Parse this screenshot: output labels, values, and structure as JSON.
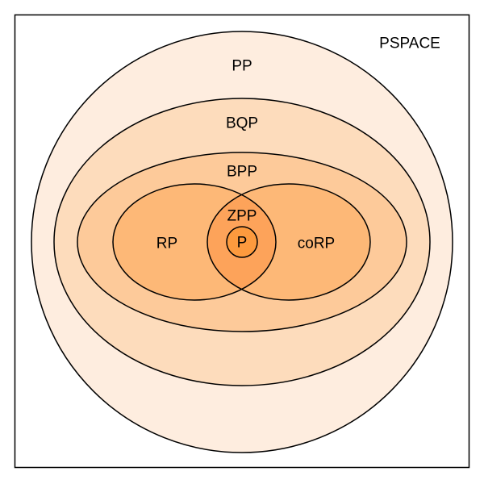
{
  "title": "Complexity class inclusion diagram",
  "labels": {
    "pspace": "PSPACE",
    "pp": "PP",
    "bqp": "BQP",
    "bpp": "BPP",
    "rp": "RP",
    "corp": "coRP",
    "zpp": "ZPP",
    "p": "P"
  },
  "colors": {
    "pp": "#feeddf",
    "bqp": "#fddcbc",
    "bpp": "#fdca9a",
    "rp": "#fdb877",
    "zpp": "#fda35a",
    "p": "#fd9a3e"
  }
}
